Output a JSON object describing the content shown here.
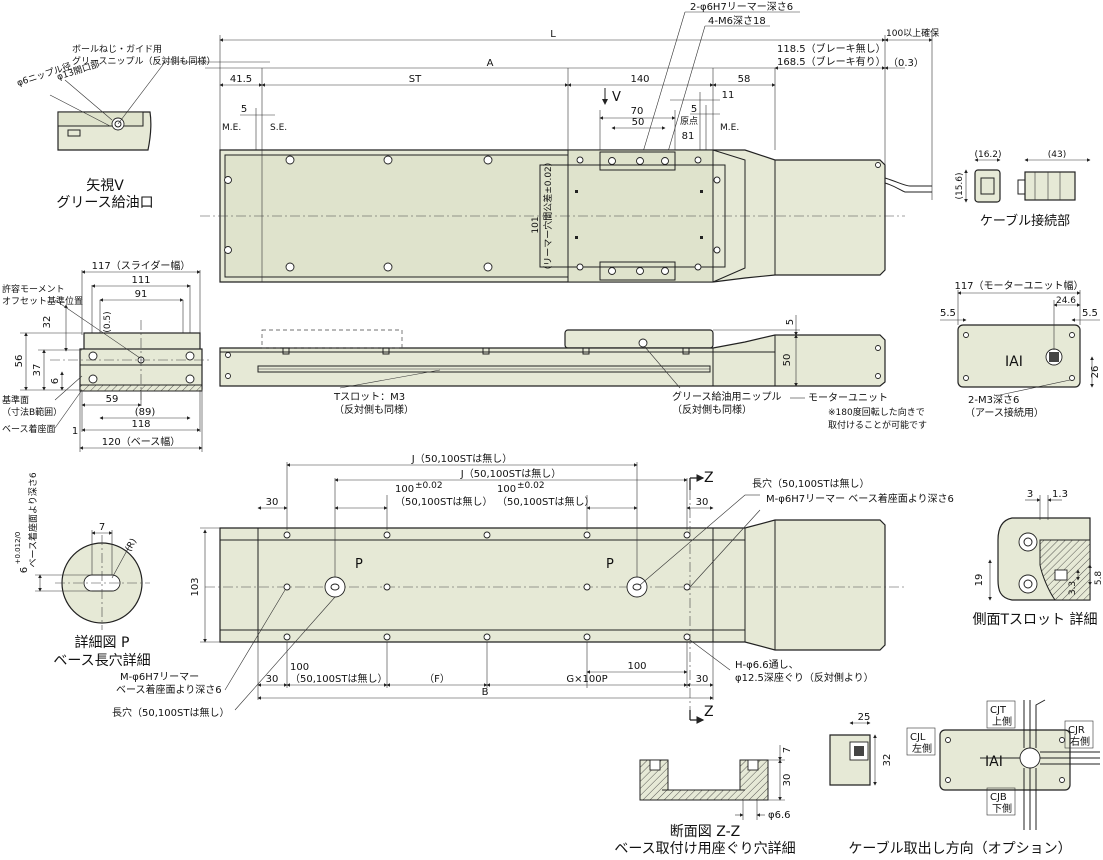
{
  "top_view": {
    "dims": {
      "L": "L",
      "A": "A",
      "ST": "ST",
      "d41_5": "41.5",
      "d140": "140",
      "d58": "58",
      "d5_left": "5",
      "d5_right": "5",
      "d11": "11",
      "d70": "70",
      "d50": "50",
      "d81": "81",
      "ream": "2-φ6H7リーマー深さ6",
      "m6": "4-M6深さ18",
      "secure": "100以上確保",
      "brake_no": "118.5（ブレーキ無し）",
      "brake_yes": "168.5（ブレーキ有り）",
      "d03": "（0.3）",
      "d101": "101",
      "reamer_pitch": "（リーマー穴間公差±0.02）"
    },
    "labels": {
      "me_left": "M.E.",
      "se": "S.E.",
      "origin": "原点",
      "me_right": "M.E.",
      "v_arrow": "V"
    }
  },
  "view_v": {
    "title1": "矢視V",
    "title2": "グリース給油口",
    "note_nipple": "ボールねじ・ガイド用",
    "note_nipple2": "グリースニップル（反対側も同様）",
    "d13": "φ13開口部",
    "d6": "φ6ニップル径"
  },
  "cable_conn": {
    "title": "ケーブル接続部",
    "d162": "(16.2)",
    "d43": "(43)",
    "d156": "(15.6)"
  },
  "end_view": {
    "slider_w": "117（スライダー幅）",
    "d111": "111",
    "d91": "91",
    "d32": "32",
    "d05": "(0.5)",
    "d56": "56",
    "d37": "37",
    "d6": "6",
    "d59": "59",
    "d89": "(89)",
    "d118": "118",
    "d1": "1",
    "base_w": "120（ベース幅）",
    "note_moment1": "許容モーメント",
    "note_moment2": "オフセット基準位置",
    "note_ref1": "基準面",
    "note_ref2": "（寸法B範囲）",
    "note_seat": "ベース着座面"
  },
  "side_view": {
    "tslot1": "Tスロット：M3",
    "tslot2": "（反対側も同様）",
    "grease1": "グリース給油用ニップル",
    "grease2": "（反対側も同様）",
    "motor": "モーターユニット",
    "rotate1": "※180度回転した向きで",
    "rotate2": "取付けることが可能です",
    "d5": "5",
    "d50": "50"
  },
  "motor_end": {
    "motor_w": "117（モーターユニット幅）",
    "d246": "24.6",
    "d55l": "5.5",
    "d55r": "5.5",
    "d26": "26",
    "m3_1": "2-M3深さ6",
    "m3_2": "（アース接続用）",
    "logo": "IAI"
  },
  "bottom_view": {
    "J": "J（50,100STは無し）",
    "J2": "J（50,100STは無し）",
    "d100a": "100",
    "tol": "±0.02",
    "d100a_note": "（50,100STは無し）",
    "d100b": "100",
    "d100b_note": "（50,100STは無し）",
    "d30a": "30",
    "d30b": "30",
    "d103": "103",
    "P1": "P",
    "P2": "P",
    "long_hole": "長穴（50,100STは無し）",
    "ream_m": "M-φ6H7リーマー ベース着座面より深さ6",
    "d100c": "100",
    "d100c_note": "（50,100STは無し）",
    "F": "（F）",
    "G": "G×100P",
    "d100d": "100",
    "d30c": "30",
    "d30d": "30",
    "B": "B",
    "ream_m2a": "M-φ6H7リーマー",
    "ream_m2b": "ベース着座面より深さ6",
    "long_hole2": "長穴（50,100STは無し）",
    "h_hole1": "H-φ6.6通し、",
    "h_hole2": "φ12.5深座ぐり（反対側より）",
    "Z1": "Z",
    "Z2": "Z"
  },
  "detail_p": {
    "title1": "詳細図 P",
    "title2": "ベース長穴詳細",
    "d7": "7",
    "R": "(R)",
    "d6": "6",
    "tol": "+0.012/0",
    "depth": "ベース着座面より深さ6"
  },
  "tslot_detail": {
    "title": "側面Tスロット 詳細",
    "d3": "3",
    "d13": "1.3",
    "d19": "19",
    "d33": "3.3",
    "d58": "5.8"
  },
  "section_zz": {
    "title1": "断面図 Z-Z",
    "title2": "ベース取付け用座ぐり穴詳細",
    "d7": "7",
    "d30": "30",
    "d66": "φ6.6"
  },
  "cable_dir": {
    "title": "ケーブル取出し方向（オプション）",
    "d25": "25",
    "d32": "32",
    "cjt1": "CJT",
    "cjt2": "上側",
    "cjl1": "CJL",
    "cjl2": "左側",
    "cjr1": "CJR",
    "cjr2": "右側",
    "cjb1": "CJB",
    "cjb2": "下側",
    "logo": "IAI"
  }
}
